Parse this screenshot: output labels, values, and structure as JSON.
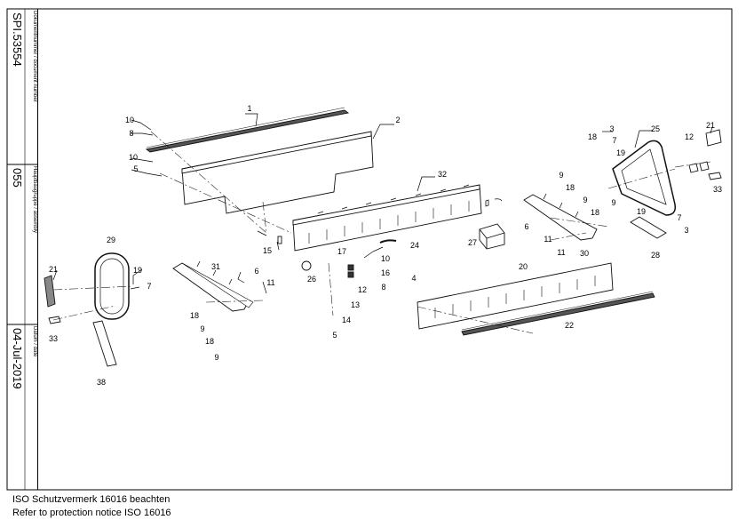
{
  "title_block": {
    "doc_label": "Dokumentnummer / document number",
    "doc_number": "SPI.53554",
    "assembly_label": "Hauptbaugruppe / assembly",
    "assembly_number": "055",
    "date_label": "Datum / date",
    "date": "04-Jul-2019"
  },
  "notice": {
    "line1": "ISO Schutzvermerk 16016 beachten",
    "line2": "Refer to protection notice ISO 16016"
  },
  "parts": [
    {
      "label": "1"
    },
    {
      "label": "2"
    },
    {
      "label": "3"
    },
    {
      "label": "3"
    },
    {
      "label": "4"
    },
    {
      "label": "5"
    },
    {
      "label": "5"
    },
    {
      "label": "6"
    },
    {
      "label": "6"
    },
    {
      "label": "7"
    },
    {
      "label": "7"
    },
    {
      "label": "7"
    },
    {
      "label": "8"
    },
    {
      "label": "8"
    },
    {
      "label": "9"
    },
    {
      "label": "9"
    },
    {
      "label": "9"
    },
    {
      "label": "9"
    },
    {
      "label": "9"
    },
    {
      "label": "10"
    },
    {
      "label": "10"
    },
    {
      "label": "10"
    },
    {
      "label": "11"
    },
    {
      "label": "11"
    },
    {
      "label": "11"
    },
    {
      "label": "12"
    },
    {
      "label": "12"
    },
    {
      "label": "13"
    },
    {
      "label": "14"
    },
    {
      "label": "15"
    },
    {
      "label": "16"
    },
    {
      "label": "17"
    },
    {
      "label": "18"
    },
    {
      "label": "18"
    },
    {
      "label": "18"
    },
    {
      "label": "18"
    },
    {
      "label": "18"
    },
    {
      "label": "19"
    },
    {
      "label": "19"
    },
    {
      "label": "19"
    },
    {
      "label": "20"
    },
    {
      "label": "21"
    },
    {
      "label": "21"
    },
    {
      "label": "22"
    },
    {
      "label": "24"
    },
    {
      "label": "25"
    },
    {
      "label": "26"
    },
    {
      "label": "27"
    },
    {
      "label": "28"
    },
    {
      "label": "29"
    },
    {
      "label": "30"
    },
    {
      "label": "31"
    },
    {
      "label": "32"
    },
    {
      "label": "33"
    },
    {
      "label": "33"
    },
    {
      "label": "38"
    }
  ]
}
